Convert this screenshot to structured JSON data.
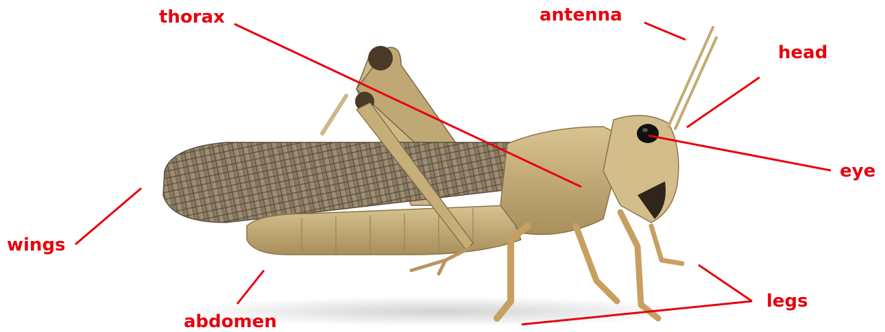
{
  "colors": {
    "label": "#e8000d",
    "leader_line": "#e8000d",
    "background": "#ffffff",
    "body": "#c9b27e",
    "wing": "#8a7a62",
    "eye": "#111111"
  },
  "labels": {
    "thorax": "thorax",
    "antenna": "antenna",
    "head": "head",
    "eye": "eye",
    "wings": "wings",
    "abdomen": "abdomen",
    "legs": "legs"
  },
  "illustration": "grasshopper-photo"
}
